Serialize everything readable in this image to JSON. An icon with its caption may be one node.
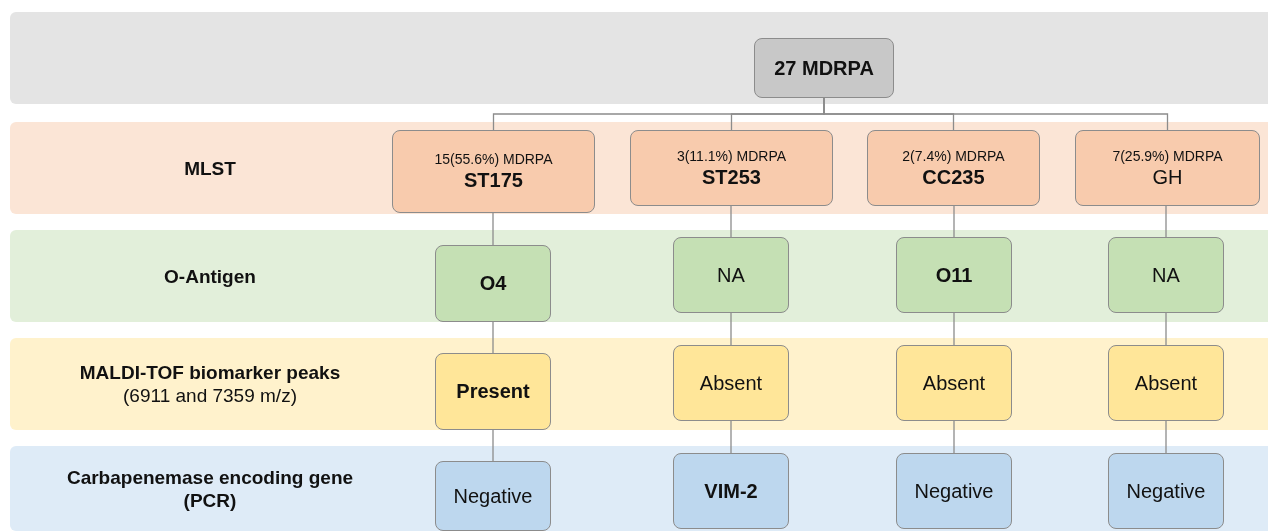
{
  "diagram": {
    "nodes": [
      {
        "text": [],
        "shape": "band"
      },
      {
        "text": [
          "**27 MDRPA**"
        ],
        "in": 0
      },
      {
        "text": [
          "MLST"
        ]
      },
      {
        "text": [
          "15(55.6%) MDRPA",
          "**ST175**"
        ],
        "in": 2
      },
      {
        "text": [
          "3(11.1%) MDRPA",
          "**ST253**"
        ],
        "in": 2
      },
      {
        "text": [
          "2(7.4%) MDRPA",
          "**CC235**"
        ],
        "in": 2
      },
      {
        "text": [
          "7(25.9%) MDRPA",
          "GH"
        ],
        "in": 2
      },
      {
        "text": [
          "O-Antigen"
        ]
      },
      {
        "text": [
          "**O4**"
        ],
        "in": 7
      },
      {
        "text": [
          "NA"
        ],
        "in": 7
      },
      {
        "text": [
          "**O11**"
        ],
        "in": 7
      },
      {
        "text": [
          "NA"
        ],
        "in": 7
      },
      {
        "text": [
          "MALDI-TOF biomarker peaks",
          "(6911 and 7359 m/z)"
        ]
      },
      {
        "text": [
          "**Present**"
        ],
        "in": 12
      },
      {
        "text": [
          "Absent"
        ],
        "in": 12
      },
      {
        "text": [
          "Absent"
        ],
        "in": 12
      },
      {
        "text": [
          "Absent"
        ],
        "in": 12
      },
      {
        "text": [
          "Carbapenemase encoding gene (PCR)"
        ]
      },
      {
        "text": [
          "Negative"
        ],
        "in": 17
      },
      {
        "text": [
          "**VIM-2**"
        ],
        "in": 17
      },
      {
        "text": [
          "Negative"
        ],
        "in": 17
      },
      {
        "text": [
          "Negative"
        ],
        "in": 17
      }
    ],
    "edges": [
      {
        "from": 1,
        "to": 3,
        "arrow": "none"
      },
      {
        "from": 1,
        "to": 4,
        "arrow": "none"
      },
      {
        "from": 1,
        "to": 5,
        "arrow": "none"
      },
      {
        "from": 1,
        "to": 6,
        "arrow": "none"
      },
      {
        "from": 3,
        "to": 8,
        "arrow": "none"
      },
      {
        "from": 4,
        "to": 9,
        "arrow": "none"
      },
      {
        "from": 5,
        "to": 10,
        "arrow": "none"
      },
      {
        "from": 6,
        "to": 11,
        "arrow": "none"
      },
      {
        "from": 8,
        "to": 13,
        "arrow": "none"
      },
      {
        "from": 9,
        "to": 14,
        "arrow": "none"
      },
      {
        "from": 10,
        "to": 15,
        "arrow": "none"
      },
      {
        "from": 11,
        "to": 16,
        "arrow": "none"
      },
      {
        "from": 13,
        "to": 18,
        "arrow": "none"
      },
      {
        "from": 14,
        "to": 19,
        "arrow": "none"
      },
      {
        "from": 15,
        "to": 20,
        "arrow": "none"
      },
      {
        "from": 16,
        "to": 21,
        "arrow": "none"
      }
    ]
  }
}
